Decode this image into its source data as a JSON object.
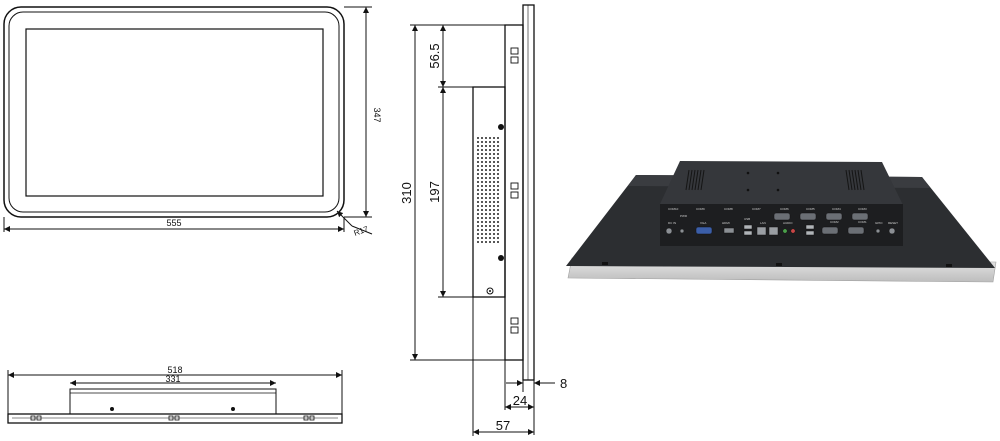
{
  "front_view": {
    "width_label": "555",
    "height_label": "347",
    "radius_label": "R17"
  },
  "bottom_view": {
    "outer_width_label": "518",
    "inner_width_label": "331"
  },
  "side_view": {
    "total_height_label": "310",
    "bracket_height_label": "197",
    "offset_label": "56.5",
    "panel_depth_label": "8",
    "box_depth_label": "24",
    "overall_depth_label": "57"
  },
  "photo": {
    "port_labels": [
      "COM10",
      "COM9",
      "COM8",
      "COM7",
      "COM6",
      "COM5",
      "COM4",
      "COM3",
      "COM2",
      "COM1",
      "DC IN",
      "VGA",
      "HDMI",
      "LAN",
      "USB",
      "USB",
      "AUDIO",
      "GPIO",
      "RESET",
      "PWR"
    ]
  }
}
